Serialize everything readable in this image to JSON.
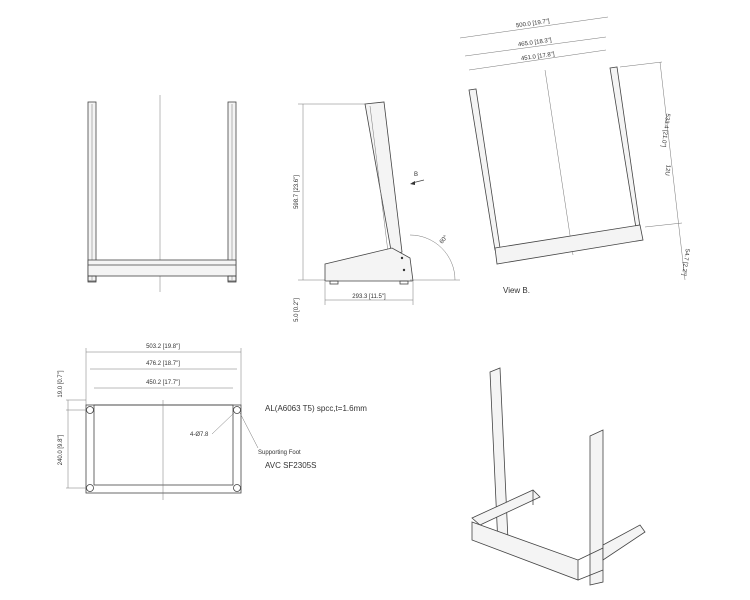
{
  "front_view": {},
  "side_view": {
    "height_dim": "598.7 [23.6\"]",
    "foot_dim": "5.0 [0.2\"]",
    "depth_dim": "293.3 [11.5\"]",
    "angle": "60°",
    "view_marker": "B"
  },
  "view_b": {
    "outer_width": "500.0 [19.7\"]",
    "mid_width": "465.0 [18.3\"]",
    "inner_width": "451.0 [17.8\"]",
    "rail_height": "533.4 [21.0\"]",
    "units": "12U",
    "base_height": "54.7 [2.2\"]",
    "caption": "View B."
  },
  "top_view": {
    "outer_width": "503.2 [19.8\"]",
    "mid_width": "476.2 [18.7\"]",
    "inner_width": "450.2 [17.7\"]",
    "offset_dim": "19.0 [0.7\"]",
    "depth_dim": "240.0 [9.8\"]",
    "hole_spec": "4-Ø7.8",
    "material": "AL(A6063 T5)  spcc,t=1.6mm",
    "foot_label": "Supporting Foot",
    "foot_model": "AVC SF2305S"
  }
}
